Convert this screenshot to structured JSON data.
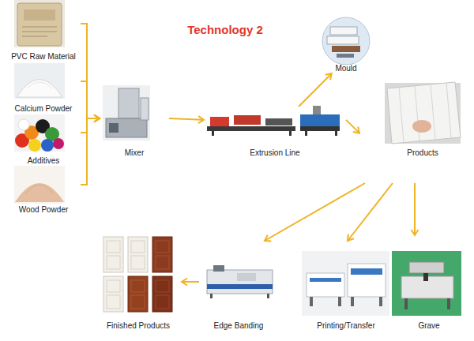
{
  "diagram": {
    "title": "Technology 2",
    "nodes": [
      {
        "text": [
          "PVC Raw Material"
        ]
      },
      {
        "text": [
          "Calcium Powder"
        ]
      },
      {
        "text": [
          "Additives"
        ]
      },
      {
        "text": [
          "Wood Powder"
        ]
      },
      {
        "text": [
          "Mixer"
        ]
      },
      {
        "text": [
          "Extrusion Line"
        ]
      },
      {
        "text": [
          "Mould"
        ]
      },
      {
        "text": [
          "Products"
        ]
      },
      {
        "text": [
          "Finished Products"
        ]
      },
      {
        "text": [
          "Edge Banding"
        ]
      },
      {
        "text": [
          "Printing/Transfer"
        ]
      },
      {
        "text": [
          "Grave"
        ]
      }
    ],
    "edges": [
      {
        "from": 0,
        "to": 4,
        "arrow": "to"
      },
      {
        "from": 1,
        "to": 4,
        "arrow": "to"
      },
      {
        "from": 2,
        "to": 4,
        "arrow": "to"
      },
      {
        "from": 3,
        "to": 4,
        "arrow": "to"
      },
      {
        "from": 4,
        "to": 5,
        "arrow": "to"
      },
      {
        "from": 5,
        "to": 6,
        "arrow": "to"
      },
      {
        "from": 5,
        "to": 7,
        "arrow": "to"
      },
      {
        "from": 7,
        "to": 9,
        "arrow": "to"
      },
      {
        "from": 7,
        "to": 10,
        "arrow": "to"
      },
      {
        "from": 7,
        "to": 11,
        "arrow": "to"
      },
      {
        "from": 9,
        "to": 8,
        "arrow": "to"
      }
    ]
  }
}
